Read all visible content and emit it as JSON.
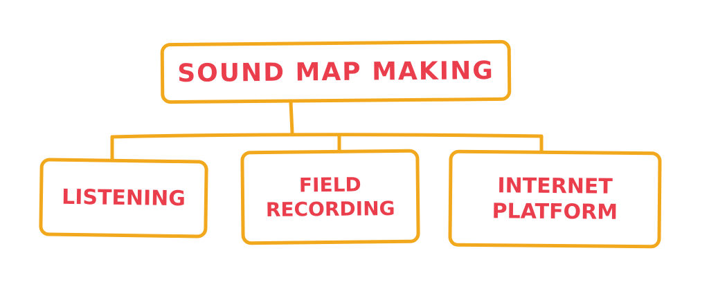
{
  "colors": {
    "border": "#f2a81d",
    "text": "#ea3e4c"
  },
  "root": {
    "label": "Sound Map Making"
  },
  "children": [
    {
      "label": "Listening"
    },
    {
      "label": "Field Recording"
    },
    {
      "label": "Internet Platform"
    }
  ]
}
